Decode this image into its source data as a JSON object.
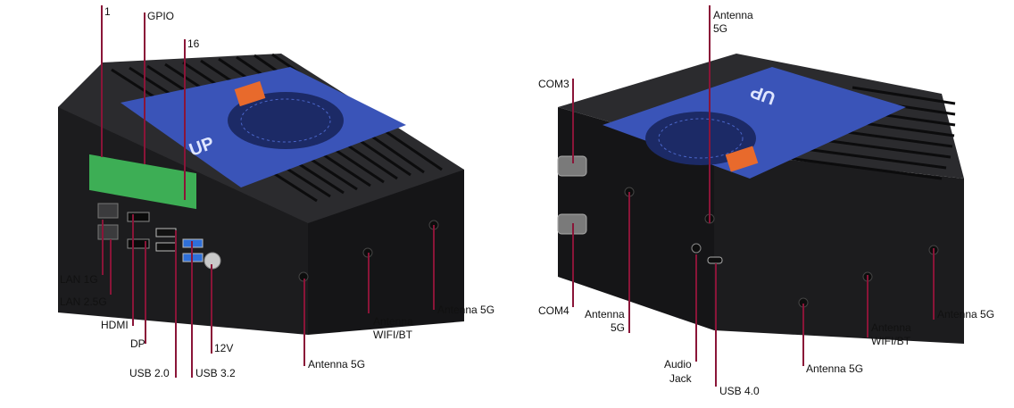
{
  "colors": {
    "leader": "#8a1538",
    "chassis": "#1c1c1e",
    "fin": "#2b2b2e",
    "top_plate": "#3a54b8",
    "gpio_terminal": "#3dae55",
    "usb3_port": "#2f6fd8",
    "label_orange": "#e86a2c"
  },
  "left_view": {
    "callouts": {
      "pin_1": "1",
      "gpio": "GPIO",
      "pin_16": "16",
      "lan_1g": "LAN 1G",
      "lan_25g": "LAN 2.5G",
      "hdmi": "HDMI",
      "dp": "DP",
      "usb_20": "USB 2.0",
      "usb_32": "USB 3.2",
      "power_12v": "12V",
      "antenna_5g_front": "Antenna 5G",
      "antenna_wifi_line1": "Antenna",
      "antenna_wifi_line2": "WIFI/BT",
      "antenna_5g_side": "Antenna 5G"
    }
  },
  "right_view": {
    "callouts": {
      "antenna_5g_top_line1": "Antenna",
      "antenna_5g_top_line2": "5G",
      "com3": "COM3",
      "com4": "COM4",
      "antenna_5g_rear_line1": "Antenna",
      "antenna_5g_rear_line2": "5G",
      "audio_line1": "Audio",
      "audio_line2": "Jack",
      "usb_40": "USB 4.0",
      "antenna_5g_front": "Antenna 5G",
      "antenna_wifi_line1": "Antenna",
      "antenna_wifi_line2": "WIFI/BT",
      "antenna_5g_side": "Antenna 5G"
    }
  }
}
